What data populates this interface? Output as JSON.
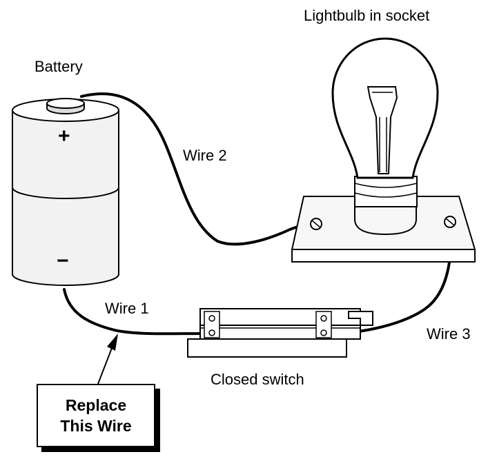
{
  "labels": {
    "battery": "Battery",
    "lightbulb": "Lightbulb in socket",
    "wire1": "Wire 1",
    "wire2": "Wire 2",
    "wire3": "Wire 3",
    "switch": "Closed switch"
  },
  "battery_signs": {
    "plus": "+",
    "minus": "−"
  },
  "callout": {
    "line1": "Replace",
    "line2": "This Wire"
  },
  "colors": {
    "ink": "#000000",
    "background": "#ffffff",
    "cell_fill": "#f2f2f2",
    "socket_fill": "#f7f7f7"
  }
}
